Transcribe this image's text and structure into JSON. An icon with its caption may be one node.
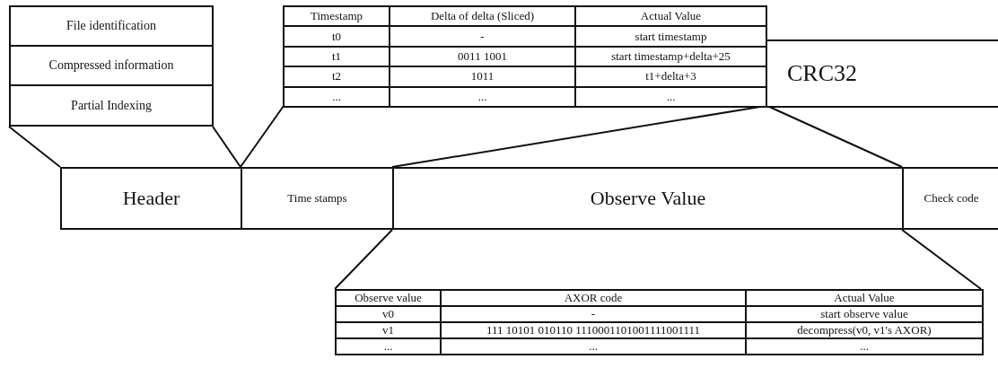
{
  "diagram": {
    "nodes": [
      {
        "text": [
          "File identification"
        ]
      },
      {
        "text": [
          "Compressed information"
        ]
      },
      {
        "text": [
          "Partial Indexing"
        ]
      },
      {
        "text": [
          "CRC32"
        ]
      },
      {
        "text": [
          "Header"
        ]
      },
      {
        "text": [
          "Time stamps"
        ]
      },
      {
        "text": [
          "Observe Value"
        ]
      },
      {
        "text": [
          "Check code"
        ]
      }
    ],
    "edges": [],
    "labels": [
      "Timestamp",
      "Delta of delta (Sliced)",
      "Actual Value",
      "t0",
      "-",
      "start timestamp",
      "t1",
      "0011 1001",
      "start timestamp+delta+25",
      "t2",
      "1011",
      "t1+delta+3",
      "...",
      "...",
      "...",
      "Observe value",
      "AXOR code",
      "Actual Value",
      "v0",
      "-",
      "start observe value",
      "v1",
      "111 10101 010110 1110001101001111001111",
      "decompress(v0, v1's AXOR)",
      "...",
      "...",
      "..."
    ]
  }
}
